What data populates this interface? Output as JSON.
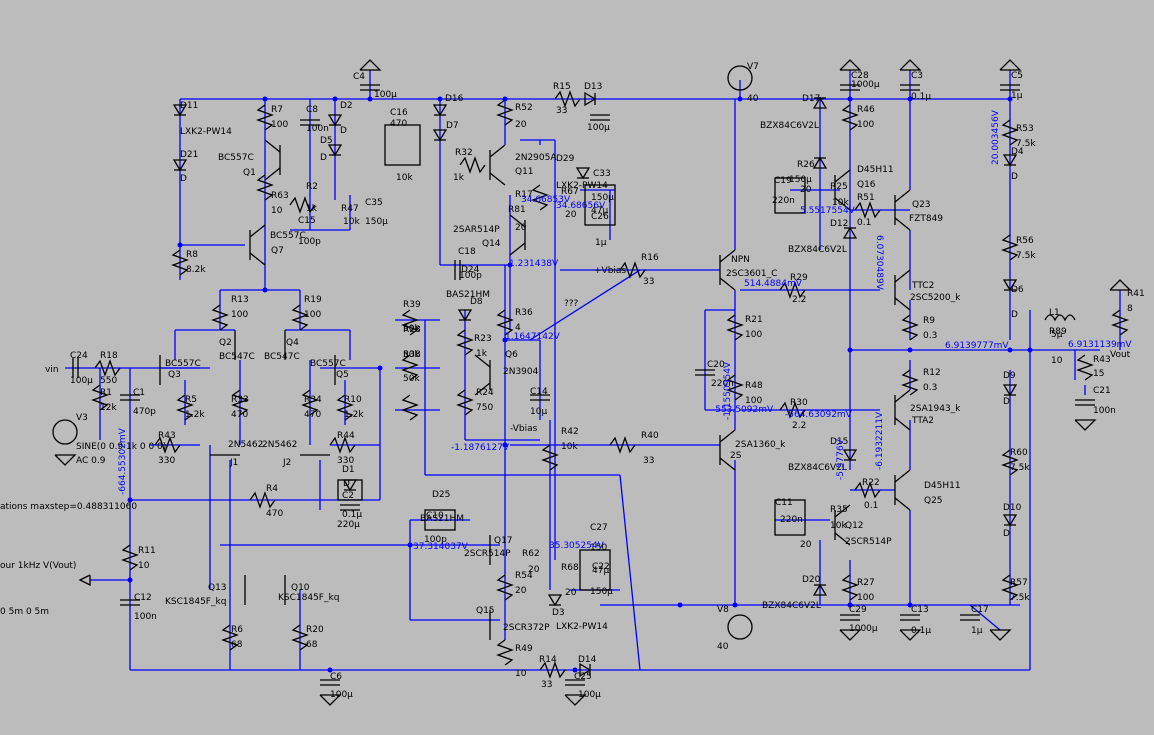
{
  "labels": [
    {
      "id": "c4",
      "text": "C4"
    },
    {
      "id": "c4v",
      "text": "100µ"
    },
    {
      "id": "d11",
      "text": "D11"
    },
    {
      "id": "lxk1",
      "text": "LXK2-PW14"
    },
    {
      "id": "d21",
      "text": "D21"
    },
    {
      "id": "d21d",
      "text": "D"
    },
    {
      "id": "r7",
      "text": "R7"
    },
    {
      "id": "r7v",
      "text": "100"
    },
    {
      "id": "c8",
      "text": "C8"
    },
    {
      "id": "c8v",
      "text": "100n"
    },
    {
      "id": "d2",
      "text": "D2"
    },
    {
      "id": "d2d",
      "text": "D"
    },
    {
      "id": "d5",
      "text": "D5"
    },
    {
      "id": "d5d",
      "text": "D"
    },
    {
      "id": "bc557c1",
      "text": "BC557C"
    },
    {
      "id": "q1",
      "text": "Q1"
    },
    {
      "id": "r63",
      "text": "R63"
    },
    {
      "id": "r63v",
      "text": "10"
    },
    {
      "id": "r2",
      "text": "R2"
    },
    {
      "id": "r2v",
      "text": "1k"
    },
    {
      "id": "c35",
      "text": "C35"
    },
    {
      "id": "c35v",
      "text": "150µ"
    },
    {
      "id": "r47",
      "text": "R47"
    },
    {
      "id": "r47v",
      "text": "10k"
    },
    {
      "id": "c15",
      "text": "C15"
    },
    {
      "id": "c15v",
      "text": "100p"
    },
    {
      "id": "bc557c2",
      "text": "BC557C"
    },
    {
      "id": "q7",
      "text": "Q7"
    },
    {
      "id": "r8",
      "text": "R8"
    },
    {
      "id": "r8v",
      "text": "8.2k"
    },
    {
      "id": "c16",
      "text": "C16"
    },
    {
      "id": "c16v",
      "text": "470"
    },
    {
      "id": "r10k1",
      "text": "10k"
    },
    {
      "id": "d16",
      "text": "D16"
    },
    {
      "id": "d7",
      "text": "D7"
    },
    {
      "id": "r32",
      "text": "R32"
    },
    {
      "id": "r32v",
      "text": "1k"
    },
    {
      "id": "r52",
      "text": "R52"
    },
    {
      "id": "r52v",
      "text": "20"
    },
    {
      "id": "n2905",
      "text": "2N2905A"
    },
    {
      "id": "q11",
      "text": "Q11"
    },
    {
      "id": "d29",
      "text": "D29"
    },
    {
      "id": "lxk2",
      "text": "LXK2-PW14"
    },
    {
      "id": "r17",
      "text": "R17"
    },
    {
      "id": "r81",
      "text": "R81"
    },
    {
      "id": "r67",
      "text": "R67"
    },
    {
      "id": "r20a",
      "text": "20"
    },
    {
      "id": "r20b",
      "text": "20"
    },
    {
      "id": "c33",
      "text": "C33"
    },
    {
      "id": "c33v",
      "text": "150µ"
    },
    {
      "id": "c26",
      "text": "C26"
    },
    {
      "id": "c26v",
      "text": "1µ"
    },
    {
      "id": "c26b",
      "text": "47µ"
    },
    {
      "id": "sar514",
      "text": "2SAR514P"
    },
    {
      "id": "q14",
      "text": "Q14"
    },
    {
      "id": "c18",
      "text": "C18"
    },
    {
      "id": "d24",
      "text": "D24"
    },
    {
      "id": "c18v",
      "text": "100p"
    },
    {
      "id": "bas21",
      "text": "BAS21HM"
    },
    {
      "id": "r15",
      "text": "R15"
    },
    {
      "id": "r15v",
      "text": "33"
    },
    {
      "id": "d13",
      "text": "D13"
    },
    {
      "id": "c9v",
      "text": "100µ"
    },
    {
      "id": "v7",
      "text": "V7"
    },
    {
      "id": "v7v",
      "text": "40"
    },
    {
      "id": "r16",
      "text": "R16"
    },
    {
      "id": "r16v",
      "text": "33"
    },
    {
      "id": "vbiasp",
      "text": "+Vbias"
    },
    {
      "id": "npn",
      "text": "NPN"
    },
    {
      "id": "sc3601",
      "text": "2SC3601_C"
    },
    {
      "id": "r36",
      "text": "R36"
    },
    {
      "id": "r36v",
      "text": "4"
    },
    {
      "id": "d8",
      "text": "D8"
    },
    {
      "id": "r23",
      "text": "R23"
    },
    {
      "id": "r23v",
      "text": "1k"
    },
    {
      "id": "q6",
      "text": "Q6"
    },
    {
      "id": "n3904",
      "text": "2N3904"
    },
    {
      "id": "r24",
      "text": "R24"
    },
    {
      "id": "r24v",
      "text": "750"
    },
    {
      "id": "c14",
      "text": "C14"
    },
    {
      "id": "c14v",
      "text": "10µ"
    },
    {
      "id": "vbiasm",
      "text": "-Vbias"
    },
    {
      "id": "r42",
      "text": "R42"
    },
    {
      "id": "r42v",
      "text": "10k"
    },
    {
      "id": "r40",
      "text": "R40"
    },
    {
      "id": "r40v",
      "text": "33"
    },
    {
      "id": "qqq",
      "text": "???"
    },
    {
      "id": "r21",
      "text": "R21"
    },
    {
      "id": "r21v",
      "text": "100"
    },
    {
      "id": "c20",
      "text": "C20"
    },
    {
      "id": "c20v",
      "text": "220n"
    },
    {
      "id": "r48",
      "text": "R48"
    },
    {
      "id": "r48v",
      "text": "100"
    },
    {
      "id": "sa1360",
      "text": "2SA1360_k"
    },
    {
      "id": "s2",
      "text": "2S"
    },
    {
      "id": "d17",
      "text": "D17"
    },
    {
      "id": "bzx1",
      "text": "BZX84C6V2L"
    },
    {
      "id": "r46",
      "text": "R46"
    },
    {
      "id": "r46v",
      "text": "100"
    },
    {
      "id": "c28",
      "text": "C28"
    },
    {
      "id": "c28v",
      "text": "1000µ"
    },
    {
      "id": "c3",
      "text": "C3"
    },
    {
      "id": "c3v",
      "text": "0.1µ"
    },
    {
      "id": "r26",
      "text": "R26"
    },
    {
      "id": "c19",
      "text": "C19"
    },
    {
      "id": "c19v",
      "text": "220n"
    },
    {
      "id": "c19b",
      "text": "150µ"
    },
    {
      "id": "r26v",
      "text": "20"
    },
    {
      "id": "r25",
      "text": "R25"
    },
    {
      "id": "r25v",
      "text": "10k"
    },
    {
      "id": "d45h11a",
      "text": "D45H11"
    },
    {
      "id": "q16",
      "text": "Q16"
    },
    {
      "id": "r51",
      "text": "R51"
    },
    {
      "id": "r51v",
      "text": "0.1"
    },
    {
      "id": "q23",
      "text": "Q23"
    },
    {
      "id": "fzt849",
      "text": "FZT849"
    },
    {
      "id": "d12",
      "text": "D12"
    },
    {
      "id": "bzx2",
      "text": "BZX84C6V2L"
    },
    {
      "id": "ttc2",
      "text": "TTC2"
    },
    {
      "id": "sc5200",
      "text": "2SC5200_k"
    },
    {
      "id": "r29",
      "text": "R29"
    },
    {
      "id": "r29v",
      "text": "2.2"
    },
    {
      "id": "r9",
      "text": "R9"
    },
    {
      "id": "r9v",
      "text": "0.3"
    },
    {
      "id": "r12",
      "text": "R12"
    },
    {
      "id": "r12v",
      "text": "0.3"
    },
    {
      "id": "r30",
      "text": "R30"
    },
    {
      "id": "r30v",
      "text": "2.2"
    },
    {
      "id": "sa1943",
      "text": "2SA1943_k"
    },
    {
      "id": "tta2",
      "text": "TTA2"
    },
    {
      "id": "d15",
      "text": "D15"
    },
    {
      "id": "bzx3",
      "text": "BZX84C6V2L"
    },
    {
      "id": "r22",
      "text": "R22"
    },
    {
      "id": "r22v",
      "text": "0.1"
    },
    {
      "id": "d45h11b",
      "text": "D45H11"
    },
    {
      "id": "q25",
      "text": "Q25"
    },
    {
      "id": "c11",
      "text": "C11"
    },
    {
      "id": "c11v",
      "text": "220n"
    },
    {
      "id": "r35",
      "text": "R35"
    },
    {
      "id": "r35v",
      "text": "10k"
    },
    {
      "id": "c11b",
      "text": "20"
    },
    {
      "id": "q12",
      "text": "Q12"
    },
    {
      "id": "scr514b",
      "text": "2SCR514P"
    },
    {
      "id": "d20",
      "text": "D20"
    },
    {
      "id": "bzx4",
      "text": "BZX84C6V2L"
    },
    {
      "id": "r27",
      "text": "R27"
    },
    {
      "id": "r27v",
      "text": "100"
    },
    {
      "id": "c29",
      "text": "C29"
    },
    {
      "id": "c29v",
      "text": "1000µ"
    },
    {
      "id": "c13",
      "text": "C13"
    },
    {
      "id": "c13v",
      "text": "0.1µ"
    },
    {
      "id": "c17",
      "text": "C17"
    },
    {
      "id": "c17v",
      "text": "1µ"
    },
    {
      "id": "c5",
      "text": "C5"
    },
    {
      "id": "c5v",
      "text": "1µ"
    },
    {
      "id": "r53",
      "text": "R53"
    },
    {
      "id": "r53v",
      "text": "7.5k"
    },
    {
      "id": "d4",
      "text": "D4"
    },
    {
      "id": "d4d",
      "text": "D"
    },
    {
      "id": "r56",
      "text": "R56"
    },
    {
      "id": "r56v",
      "text": "7.5k"
    },
    {
      "id": "d6",
      "text": "D6"
    },
    {
      "id": "d6d",
      "text": "D"
    },
    {
      "id": "l1",
      "text": "L1"
    },
    {
      "id": "l1v",
      "text": "5µ"
    },
    {
      "id": "r89",
      "text": "R89"
    },
    {
      "id": "r89v",
      "text": "10"
    },
    {
      "id": "r41",
      "text": "R41"
    },
    {
      "id": "r41v",
      "text": "8"
    },
    {
      "id": "vout",
      "text": "Vout"
    },
    {
      "id": "r43",
      "text": "R43"
    },
    {
      "id": "r43v",
      "text": "15"
    },
    {
      "id": "c21",
      "text": "C21"
    },
    {
      "id": "c21v",
      "text": "100n"
    },
    {
      "id": "d9",
      "text": "D9"
    },
    {
      "id": "d9d",
      "text": "D"
    },
    {
      "id": "r60",
      "text": "R60"
    },
    {
      "id": "r60v",
      "text": "7.5k"
    },
    {
      "id": "d10",
      "text": "D10"
    },
    {
      "id": "d10d",
      "text": "D"
    },
    {
      "id": "r57",
      "text": "R57"
    },
    {
      "id": "r57v",
      "text": "7.5k"
    },
    {
      "id": "vin",
      "text": "vin"
    },
    {
      "id": "c24",
      "text": "C24"
    },
    {
      "id": "c24v",
      "text": "100µ"
    },
    {
      "id": "r18",
      "text": "R18"
    },
    {
      "id": "r18v",
      "text": "550"
    },
    {
      "id": "r1",
      "text": "R1"
    },
    {
      "id": "r1v",
      "text": "12k"
    },
    {
      "id": "c1",
      "text": "C1"
    },
    {
      "id": "c1v",
      "text": "470p"
    },
    {
      "id": "v3",
      "text": "V3"
    },
    {
      "id": "sine",
      "text": "SINE(0 0.9 1k 0 0 0)"
    },
    {
      "id": "ac",
      "text": "AC 0.9"
    },
    {
      "id": "r13",
      "text": "R13"
    },
    {
      "id": "r13v",
      "text": "100"
    },
    {
      "id": "r19",
      "text": "R19"
    },
    {
      "id": "r19v",
      "text": "100"
    },
    {
      "id": "q2",
      "text": "Q2"
    },
    {
      "id": "q4",
      "text": "Q4"
    },
    {
      "id": "bc557c3",
      "text": "BC557C"
    },
    {
      "id": "bc547c1",
      "text": "BC547C"
    },
    {
      "id": "bc547c2",
      "text": "BC547C"
    },
    {
      "id": "bc557c4",
      "text": "BC557C"
    },
    {
      "id": "q3",
      "text": "Q3"
    },
    {
      "id": "q5",
      "text": "Q5"
    },
    {
      "id": "r5",
      "text": "R5"
    },
    {
      "id": "r5v",
      "text": "1.2k"
    },
    {
      "id": "r33",
      "text": "R33"
    },
    {
      "id": "r33v",
      "text": "470"
    },
    {
      "id": "r34",
      "text": "R34"
    },
    {
      "id": "r34v",
      "text": "470"
    },
    {
      "id": "r10",
      "text": "R10"
    },
    {
      "id": "r10v",
      "text": "1.2k"
    },
    {
      "id": "r39",
      "text": "R39"
    },
    {
      "id": "r39v",
      "text": "50k"
    },
    {
      "id": "r28",
      "text": "R28"
    },
    {
      "id": "r28v",
      "text": "50k"
    },
    {
      "id": "r38",
      "text": "R38"
    },
    {
      "id": "r38v",
      "text": "50k"
    },
    {
      "id": "r43b",
      "text": "R43"
    },
    {
      "id": "r43bv",
      "text": "330"
    },
    {
      "id": "n5462a",
      "text": "2N5462"
    },
    {
      "id": "n5462b",
      "text": "2N5462"
    },
    {
      "id": "r44",
      "text": "R44"
    },
    {
      "id": "r44v",
      "text": "330"
    },
    {
      "id": "j1",
      "text": "J1"
    },
    {
      "id": "j2",
      "text": "J2"
    },
    {
      "id": "d1",
      "text": "D1"
    },
    {
      "id": "d1d",
      "text": "D"
    },
    {
      "id": "c2",
      "text": "C2"
    },
    {
      "id": "c2v",
      "text": "0.1µ"
    },
    {
      "id": "c2b",
      "text": "220µ"
    },
    {
      "id": "r4",
      "text": "R4"
    },
    {
      "id": "r4v",
      "text": "470"
    },
    {
      "id": "opts",
      "text": "ations maxstep=0.488311060"
    },
    {
      "id": "four",
      "text": "our 1kHz V(Vout)"
    },
    {
      "id": "tran",
      "text": "0 5m 0 5m"
    },
    {
      "id": "r11",
      "text": "R11"
    },
    {
      "id": "r11v",
      "text": "10"
    },
    {
      "id": "c12",
      "text": "C12"
    },
    {
      "id": "c12v",
      "text": "100n"
    },
    {
      "id": "q13",
      "text": "Q13"
    },
    {
      "id": "ksc1",
      "text": "KSC1845F_kq"
    },
    {
      "id": "q10",
      "text": "Q10"
    },
    {
      "id": "ksc2",
      "text": "KSC1845F_kq"
    },
    {
      "id": "r6",
      "text": "R6"
    },
    {
      "id": "r6v",
      "text": "68"
    },
    {
      "id": "r20",
      "text": "R20"
    },
    {
      "id": "r20v",
      "text": "68"
    },
    {
      "id": "c6",
      "text": "C6"
    },
    {
      "id": "c6v",
      "text": "100µ"
    },
    {
      "id": "d25",
      "text": "D25"
    },
    {
      "id": "c10",
      "text": "C10"
    },
    {
      "id": "bas21b",
      "text": "BAS21HM"
    },
    {
      "id": "c10v",
      "text": "100p"
    },
    {
      "id": "q17",
      "text": "Q17"
    },
    {
      "id": "scr514a",
      "text": "2SCR514P"
    },
    {
      "id": "r62",
      "text": "R62"
    },
    {
      "id": "r62v",
      "text": "20"
    },
    {
      "id": "r54",
      "text": "R54"
    },
    {
      "id": "r54v",
      "text": "20"
    },
    {
      "id": "r68",
      "text": "R68"
    },
    {
      "id": "r68v",
      "text": "20"
    },
    {
      "id": "c27",
      "text": "C27"
    },
    {
      "id": "c27v",
      "text": "150"
    },
    {
      "id": "c22",
      "text": "C22"
    },
    {
      "id": "c22v",
      "text": "47µ"
    },
    {
      "id": "c22b",
      "text": "150µ"
    },
    {
      "id": "d3",
      "text": "D3"
    },
    {
      "id": "lxk3",
      "text": "LXK2-PW14"
    },
    {
      "id": "q15",
      "text": "Q15"
    },
    {
      "id": "scr372",
      "text": "2SCR372P"
    },
    {
      "id": "r49",
      "text": "R49"
    },
    {
      "id": "r49v",
      "text": "10"
    },
    {
      "id": "r14",
      "text": "R14"
    },
    {
      "id": "r14v",
      "text": "33"
    },
    {
      "id": "d14",
      "text": "D14"
    },
    {
      "id": "c25",
      "text": "C25"
    },
    {
      "id": "c25v",
      "text": "100µ"
    },
    {
      "id": "v8",
      "text": "V8"
    },
    {
      "id": "v8v",
      "text": "40"
    }
  ],
  "node_voltages": [
    {
      "id": "nv1",
      "text": "34.66853V"
    },
    {
      "id": "nv2",
      "text": "34.68656V"
    },
    {
      "id": "nv3",
      "text": "1.231438V"
    },
    {
      "id": "nv4",
      "text": "1.1647142V"
    },
    {
      "id": "nv5",
      "text": "514.4884mV"
    },
    {
      "id": "nv6",
      "text": "5.5517554V"
    },
    {
      "id": "nv7",
      "text": "6.0730489V"
    },
    {
      "id": "nv8",
      "text": "20.003456V"
    },
    {
      "id": "nv9",
      "text": "6.9139777mV"
    },
    {
      "id": "nv10",
      "text": "6.9131139mV"
    },
    {
      "id": "nv11",
      "text": "-553.5092mV"
    },
    {
      "id": "nv12",
      "text": "-564.63092mV"
    },
    {
      "id": "nv13",
      "text": "-1.1876127V"
    },
    {
      "id": "nv14",
      "text": "-1.1550954V"
    },
    {
      "id": "nv15",
      "text": "-6.1932211V"
    },
    {
      "id": "nv16",
      "text": "-5.5776V"
    },
    {
      "id": "nv17",
      "text": "37.314037V"
    },
    {
      "id": "nv18",
      "text": "35.305254V"
    },
    {
      "id": "nv19",
      "text": "-664.55302mV"
    }
  ]
}
